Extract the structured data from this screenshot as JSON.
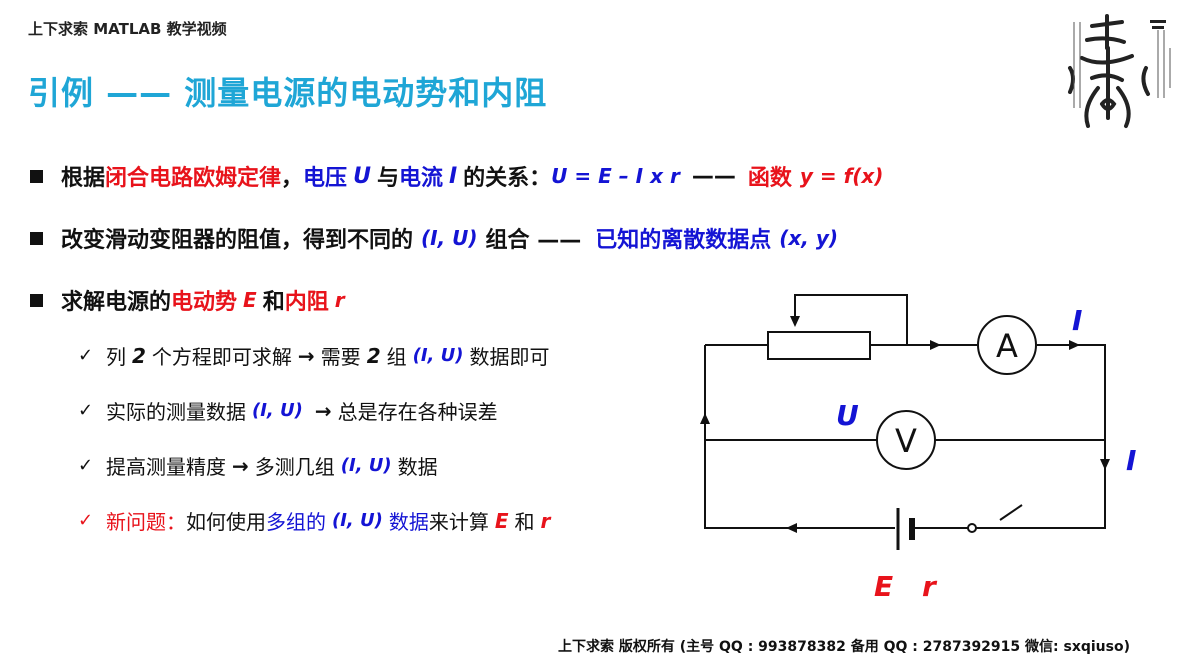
{
  "header": {
    "label": "上下求索 MATLAB 教学视频"
  },
  "title": "引例 —— 测量电源的电动势和内阻",
  "bullets": {
    "b1": {
      "p1": "根据",
      "p2": "闭合电路欧姆定律",
      "p3": "，",
      "p4": "电压",
      "p5": "U",
      "p6": "与",
      "p7": "电流",
      "p8": "I",
      "p9": "的关系：",
      "p10": "U = E – I x r",
      "p11": "——",
      "p12": "函数",
      "p13": "y = f(x)"
    },
    "b2": {
      "p1": "改变滑动变阻器的阻值，得到不同的",
      "p2": "(I, U)",
      "p3": "组合 ——",
      "p4": "已知的离散数据点",
      "p5": "(x, y)"
    },
    "b3": {
      "p1": "求解电源的",
      "p2": "电动势",
      "p3": "E",
      "p4": "和",
      "p5": "内阻",
      "p6": "r"
    }
  },
  "subitems": {
    "s1": {
      "check": "✓",
      "p1": "列",
      "p2": "2",
      "p3": "个方程即可求解",
      "arrow": "→",
      "p4": "需要",
      "p5": "2",
      "p6": "组",
      "p7": "(I, U)",
      "p8": "数据即可"
    },
    "s2": {
      "check": "✓",
      "p1": "实际的测量数据",
      "p2": "(I, U)",
      "arrow": "→",
      "p3": "总是存在各种误差"
    },
    "s3": {
      "check": "✓",
      "p1": "提高测量精度",
      "arrow": "→",
      "p2": "多测几组",
      "p3": "(I, U)",
      "p4": "数据"
    },
    "s4": {
      "check": "✓",
      "p1": "新问题：",
      "p2": "如何使用",
      "p3": "多组的",
      "p4": "(I, U)",
      "p5": "数据",
      "p6": "来计算",
      "p7": "E",
      "p8": "和",
      "p9": "r"
    }
  },
  "circuit": {
    "ammeter": "A",
    "voltmeter": "V",
    "current_top": "I",
    "current_right": "I",
    "voltage": "U",
    "emf": "E",
    "resistance": "r",
    "colors": {
      "symbols": "#1414d4",
      "source": "#e8131b",
      "wire": "#111111"
    }
  },
  "footer": {
    "text": "上下求索  版权所有  (主号 QQ : 993878382   备用 QQ : 2787392915   微信: sxqiuso)"
  },
  "seal": {
    "icon": "calligraphy-seal-icon"
  }
}
